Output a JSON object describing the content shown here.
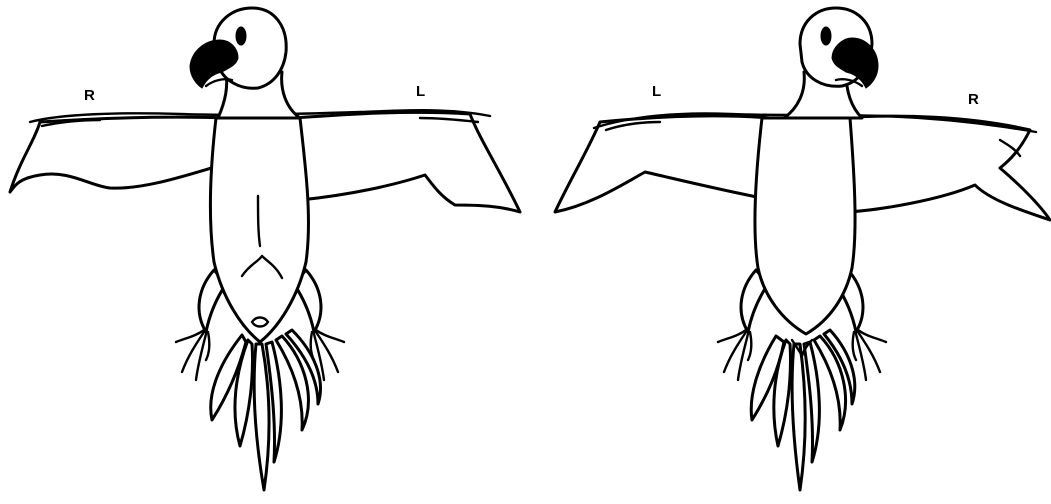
{
  "figure": {
    "left_view": {
      "label_right": "R",
      "label_left": "L"
    },
    "right_view": {
      "label_left": "L",
      "label_right": "R"
    }
  }
}
